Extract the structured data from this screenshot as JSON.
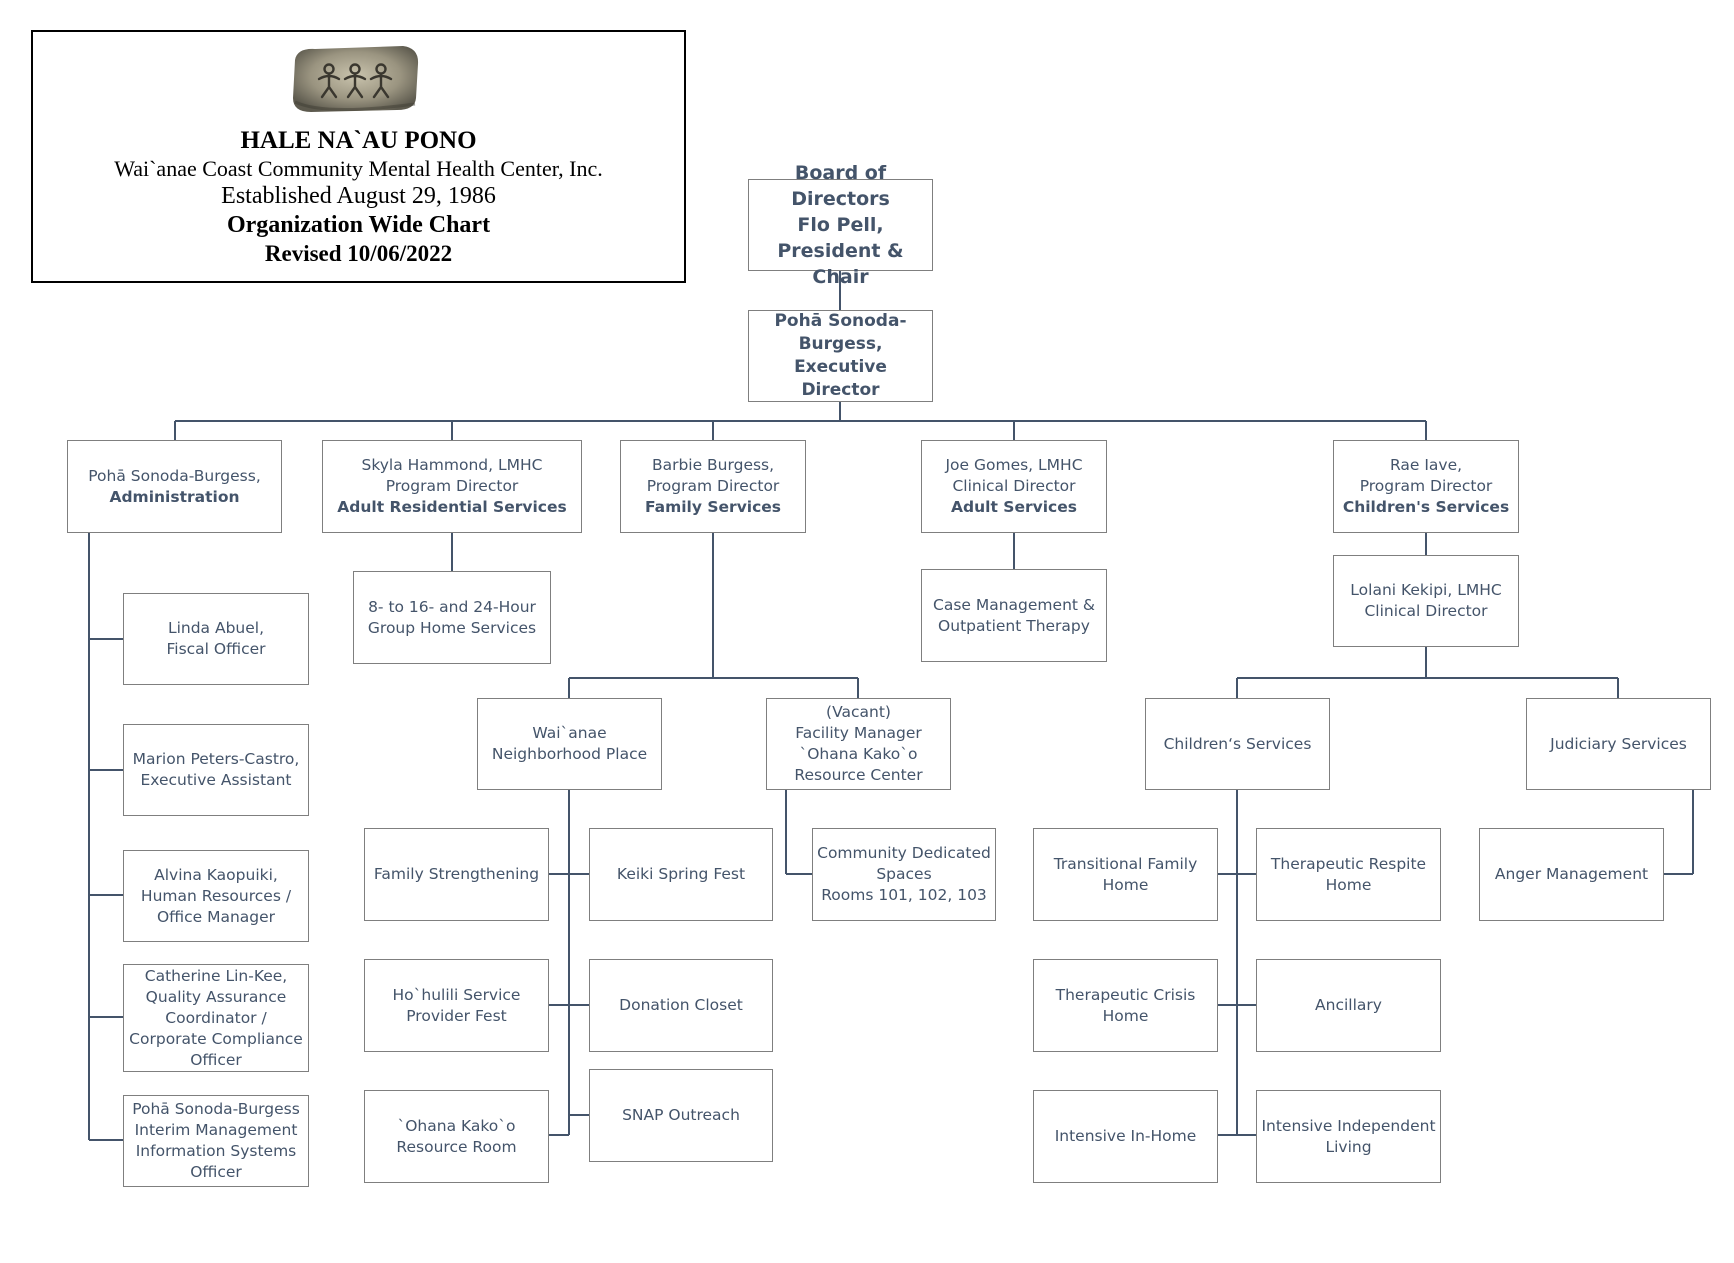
{
  "header": {
    "org_name": "HALE NA`AU PONO",
    "org_full": "Wai`anae Coast Community Mental Health Center, Inc.",
    "established": "Established August 29, 1986",
    "chart_title": "Organization Wide Chart",
    "revised": "Revised 10/06/2022"
  },
  "colors": {
    "box_text": "#44546a",
    "box_border": "#7f7f7f",
    "connector": "#44546a"
  },
  "board": {
    "l1": "Board of Directors",
    "l2": "Flo Pell,",
    "l3": "President & Chair"
  },
  "exec": {
    "l1": "Pohā Sonoda-",
    "l2": "Burgess,",
    "l3": "Executive Director"
  },
  "admin": {
    "l1": "Pohā Sonoda-Burgess,",
    "l2": "Administration"
  },
  "adult_res": {
    "l1": "Skyla Hammond, LMHC",
    "l2": "Program Director",
    "l3": "Adult Residential Services"
  },
  "family": {
    "l1": "Barbie Burgess,",
    "l2": "Program Director",
    "l3": "Family Services"
  },
  "clinical": {
    "l1": "Joe Gomes,  LMHC",
    "l2": "Clinical Director",
    "l3": "Adult Services"
  },
  "children": {
    "l1": "Rae Iave,",
    "l2": "Program Director",
    "l3": "Children's Services"
  },
  "admin_staff": [
    {
      "lines": [
        "Linda Abuel,",
        "Fiscal Officer"
      ]
    },
    {
      "lines": [
        "Marion Peters-Castro,",
        "Executive Assistant"
      ]
    },
    {
      "lines": [
        "Alvina Kaopuiki,",
        "Human Resources /",
        "Office Manager"
      ]
    },
    {
      "lines": [
        "Catherine Lin-Kee,",
        "Quality Assurance",
        "Coordinator /",
        "Corporate Compliance",
        "Officer"
      ]
    },
    {
      "lines": [
        "Pohā Sonoda-Burgess",
        "Interim Management",
        "Information Systems",
        "Officer"
      ]
    }
  ],
  "group_home": {
    "l1": "8- to 16- and 24-Hour",
    "l2": "Group Home Services"
  },
  "case_mgmt": {
    "l1": "Case Management &",
    "l2": "Outpatient Therapy"
  },
  "lolani": {
    "l1": "Lolani Kekipi, LMHC",
    "l2": "Clinical Director"
  },
  "wnp": {
    "l1": "Wai`anae",
    "l2": "Neighborhood Place"
  },
  "facility": {
    "l1": "(Vacant)",
    "l2": "Facility Manager",
    "l3": "`Ohana Kako`o",
    "l4": "Resource Center"
  },
  "community": {
    "l1": "Community Dedicated",
    "l2": "Spaces",
    "l3": "Rooms 101, 102, 103"
  },
  "wnp_programs": {
    "family_strengthening": "Family Strengthening",
    "keiki": "Keiki Spring Fest",
    "hohulili": {
      "l1": "Ho`hulili Service",
      "l2": "Provider Fest"
    },
    "donation": "Donation Closet",
    "ohana_room": {
      "l1": "`Ohana Kako`o",
      "l2": "Resource Room"
    },
    "snap": "SNAP Outreach"
  },
  "childrens_services": "Children‘s Services",
  "judiciary": "Judiciary Services",
  "anger": "Anger Management",
  "child_programs": {
    "tfh": {
      "l1": "Transitional Family",
      "l2": "Home"
    },
    "trh": {
      "l1": "Therapeutic Respite",
      "l2": "Home"
    },
    "tch": {
      "l1": "Therapeutic Crisis",
      "l2": "Home"
    },
    "ancillary": "Ancillary",
    "intensive_home": "Intensive In-Home",
    "intensive_living": {
      "l1": "Intensive Independent",
      "l2": "Living"
    }
  }
}
